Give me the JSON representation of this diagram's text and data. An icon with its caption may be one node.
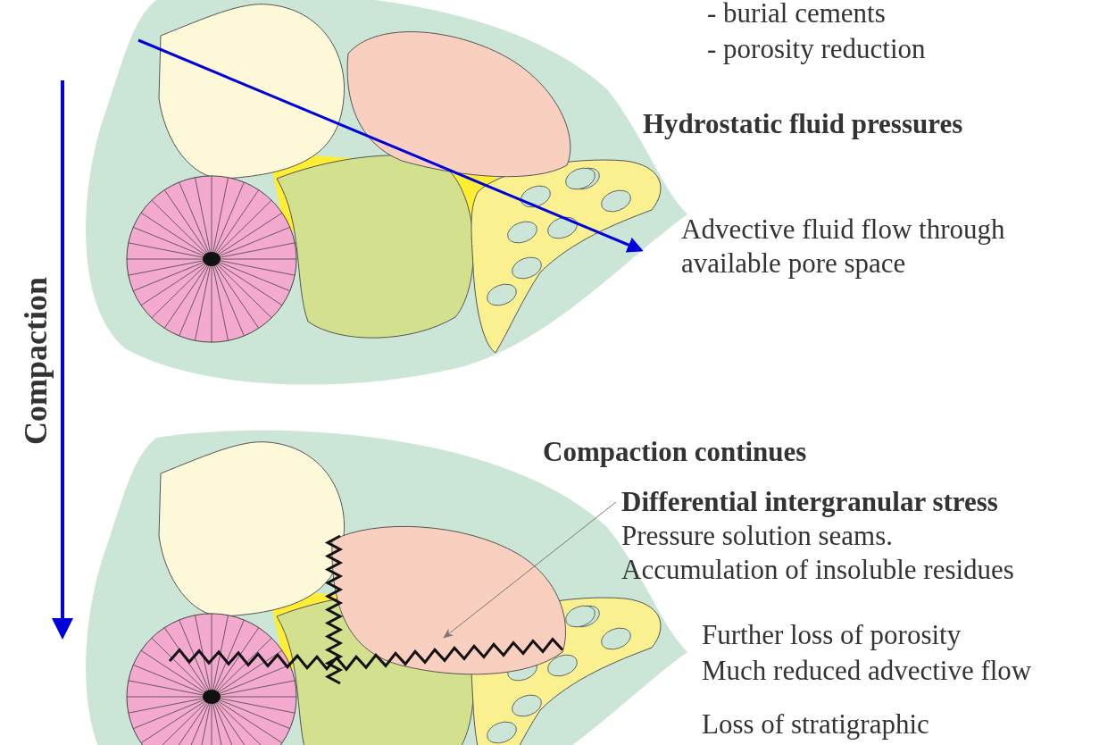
{
  "diagram": {
    "nodes": [
      {
        "text": [
          "Differential intergranular stress",
          "Pressure solution seams. Accumulation of insoluble residues"
        ]
      },
      {
        "text": [],
        "shape": "circle"
      }
    ],
    "edges": [
      {
        "from": 0,
        "to": 1,
        "arrow": "to"
      }
    ],
    "labels": [
      "- burial cements",
      "- porosity reduction",
      "Hydrostatic fluid pressures",
      "Advective fluid flow through available pore space",
      "Compaction",
      "Compaction continues",
      "Further loss of porosity",
      "Much reduced advective flow",
      "Loss of stratigraphic"
    ]
  }
}
